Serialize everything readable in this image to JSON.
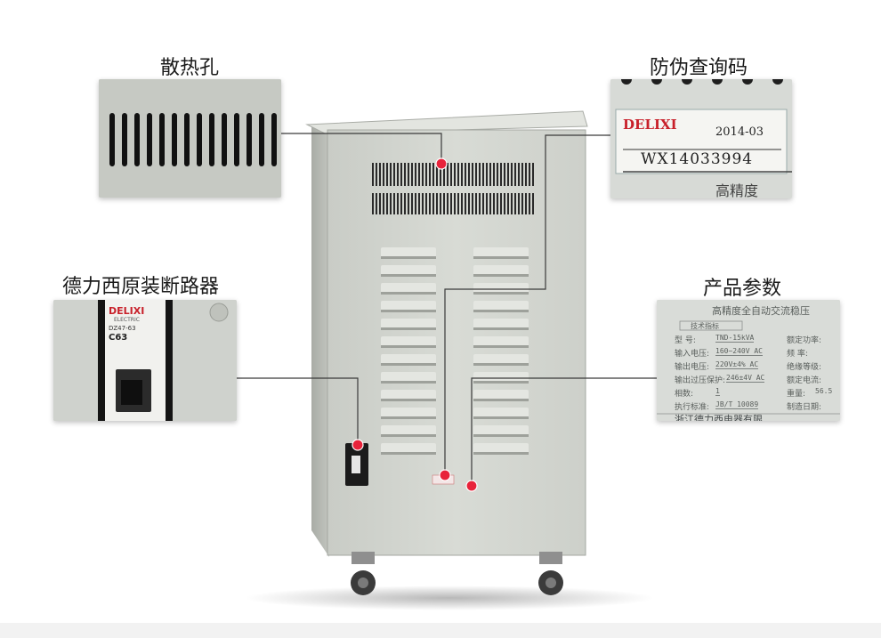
{
  "callouts": {
    "vents": "散热孔",
    "code": "防伪查询码",
    "breaker": "德力西原装断路器",
    "params": "产品参数"
  },
  "code_label": {
    "brand": "DELIXI",
    "date": "2014-03",
    "serial": "WX14033994",
    "caption": "高精度"
  },
  "breaker_label": {
    "brand": "DELIXI",
    "sub": "ELECTRIC",
    "model": "DZ47-63",
    "rating": "C63"
  },
  "nameplate": {
    "title": "高精度全自动交流稳压",
    "subtitle": "技术指标",
    "rows": [
      {
        "k": "型    号:",
        "v": "TND-15kVA",
        "k2": "额定功率:"
      },
      {
        "k": "输入电压:",
        "v": "160~240V AC",
        "k2": "频    率:"
      },
      {
        "k": "输出电压:",
        "v": "220V±4% AC",
        "k2": "绝缘等级:"
      },
      {
        "k": "输出过压保护:",
        "v": "246±4V AC",
        "k2": "额定电流:"
      },
      {
        "k": "相数:",
        "v": "1",
        "k2": "重量:",
        "v2": "56.5"
      },
      {
        "k": "执行标准:",
        "v": "JB/T 10089",
        "k2": "制造日期:"
      }
    ],
    "footer": "浙江德力西电器有限"
  },
  "colors": {
    "cabinet": "#d3d6d0",
    "cabinet_dark": "#b9bcb6",
    "callout_dot": "#e8233a",
    "line": "#333333"
  }
}
